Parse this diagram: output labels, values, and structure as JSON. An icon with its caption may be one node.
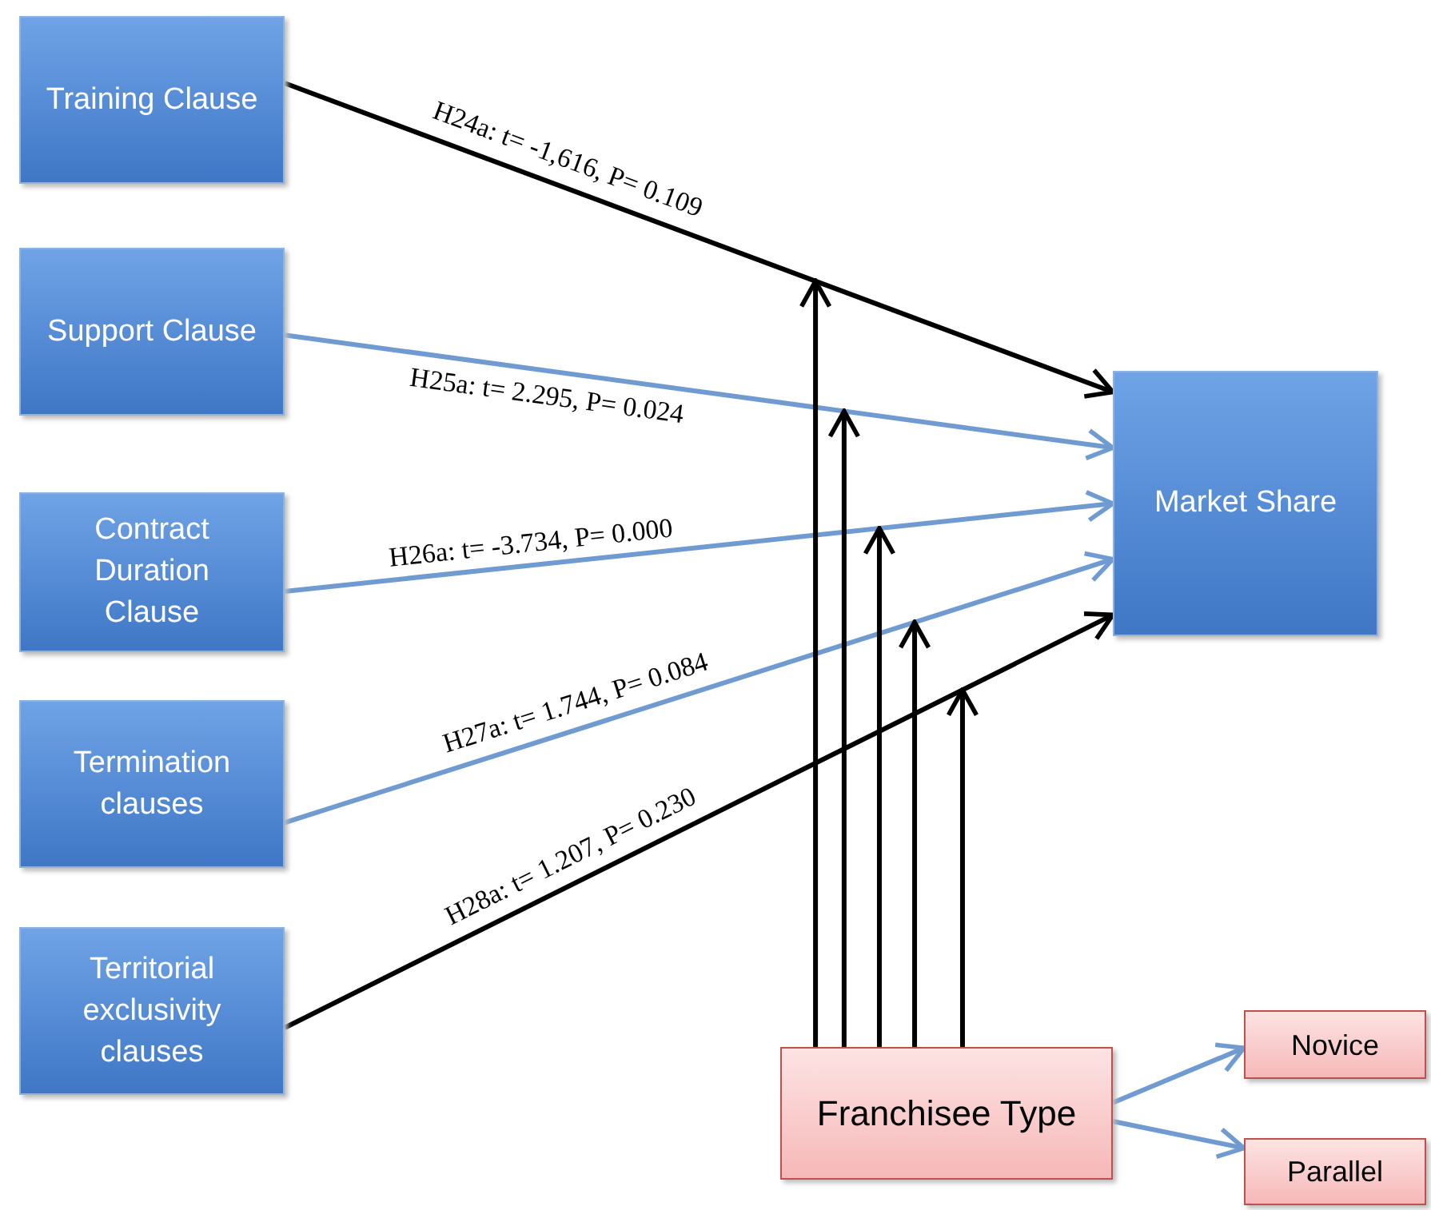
{
  "diagram": {
    "nodes": [
      {
        "text": [
          "Training Clause"
        ]
      },
      {
        "text": [
          "Support Clause"
        ]
      },
      {
        "text": [
          "Contract Duration Clause"
        ]
      },
      {
        "text": [
          "Termination clauses"
        ]
      },
      {
        "text": [
          "Territorial exclusivity clauses"
        ]
      },
      {
        "text": [
          "Market Share"
        ]
      },
      {
        "text": [
          "Franchisee Type"
        ]
      },
      {
        "text": [
          "Novice"
        ]
      },
      {
        "text": [
          "Parallel"
        ]
      }
    ],
    "edges": [
      {
        "from": 0,
        "to": 5,
        "arrow": "to",
        "label": "H24a: t= -1,616, P= 0.109"
      },
      {
        "from": 1,
        "to": 5,
        "arrow": "to",
        "label": "H25a: t= 2.295, P= 0.024",
        "color": "#6f9bd1"
      },
      {
        "from": 2,
        "to": 5,
        "arrow": "to",
        "label": "H26a: t= -3.734, P= 0.000",
        "color": "#6f9bd1"
      },
      {
        "from": 3,
        "to": 5,
        "arrow": "to",
        "label": "H27a: t= 1.744, P= 0.084",
        "color": "#6f9bd1"
      },
      {
        "from": 4,
        "to": 5,
        "arrow": "to",
        "label": "H28a: t= 1.207, P= 0.230"
      },
      {
        "from": 6,
        "to": null,
        "arrow": "to"
      },
      {
        "from": 6,
        "to": null,
        "arrow": "to"
      },
      {
        "from": 6,
        "to": null,
        "arrow": "to"
      },
      {
        "from": 6,
        "to": null,
        "arrow": "to"
      },
      {
        "from": 6,
        "to": null,
        "arrow": "to"
      },
      {
        "from": 6,
        "to": 7,
        "arrow": "to",
        "color": "#6f9bd1"
      },
      {
        "from": 6,
        "to": 8,
        "arrow": "to",
        "color": "#6f9bd1"
      }
    ]
  }
}
